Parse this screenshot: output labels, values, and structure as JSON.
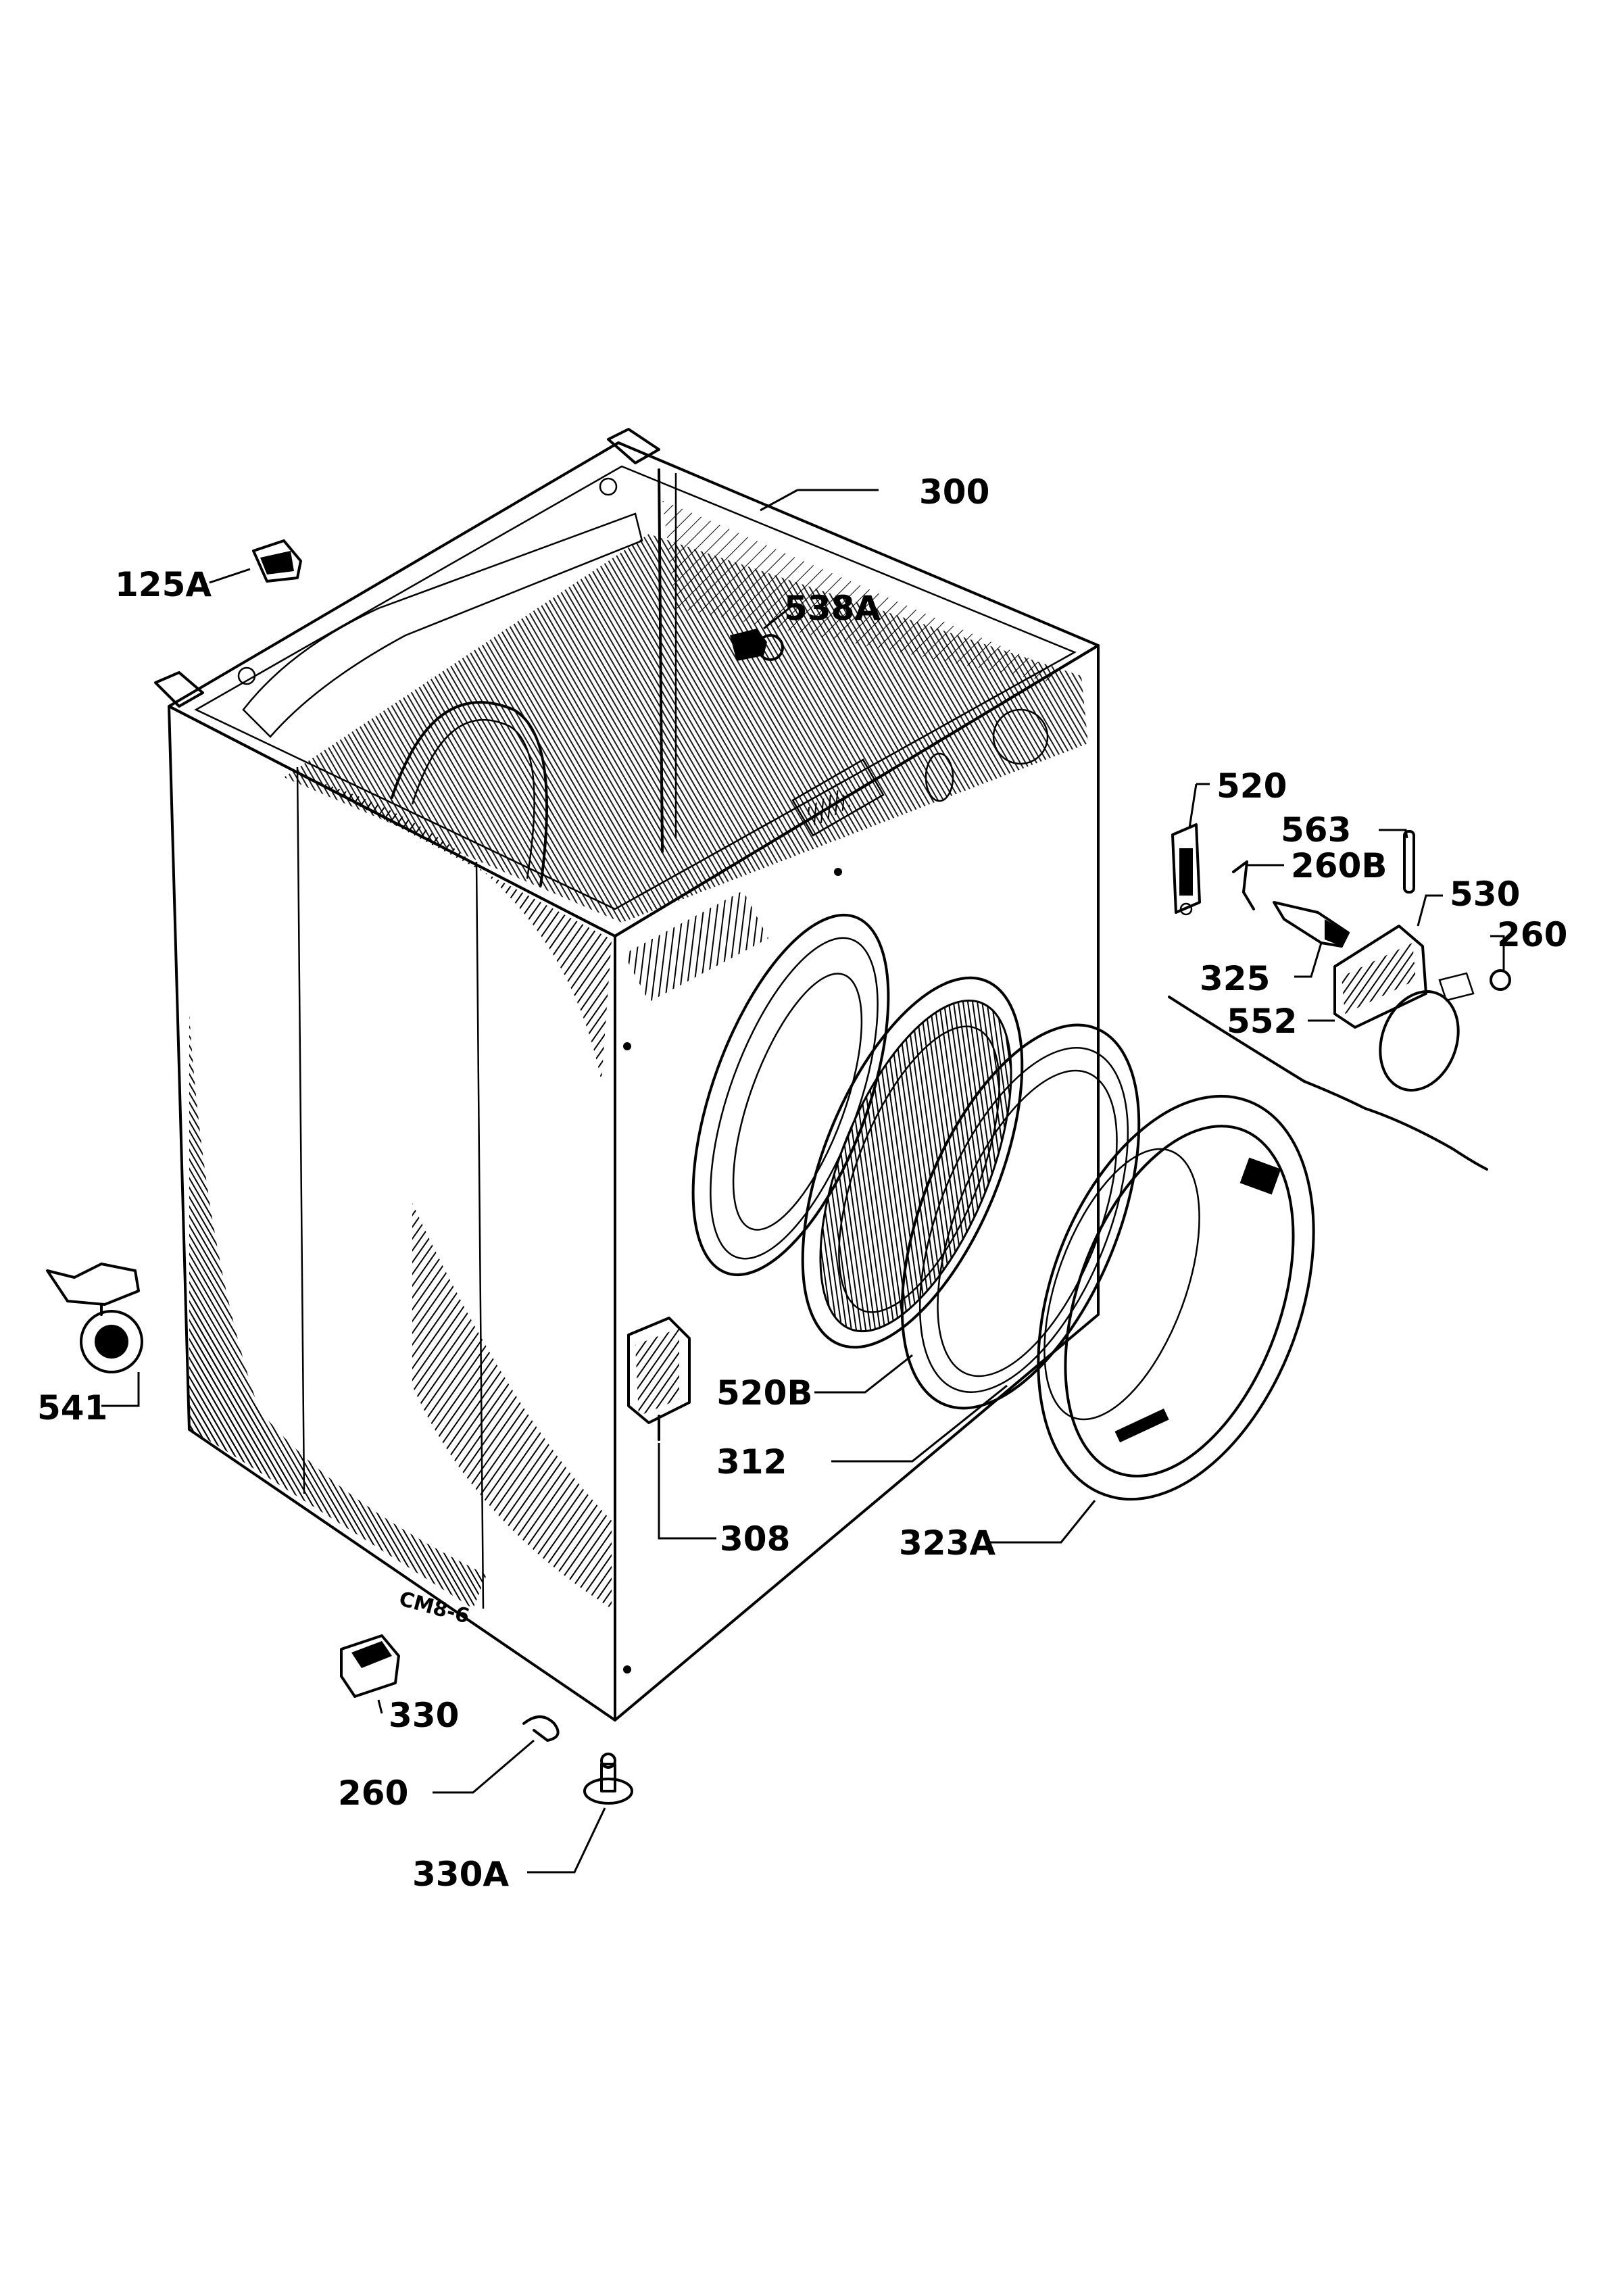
{
  "labels": {
    "p300": "300",
    "p125a": "125A",
    "p538a": "538A",
    "p520": "520",
    "p563": "563",
    "p260b": "260B",
    "p530": "530",
    "p260_right": "260",
    "p325": "325",
    "p552": "552",
    "p541": "541",
    "p520b": "520B",
    "p312": "312",
    "p308": "308",
    "p323a": "323A",
    "p330": "330",
    "p260_bottom": "260",
    "p330a": "330A",
    "drawing_code": "CM8-6"
  }
}
